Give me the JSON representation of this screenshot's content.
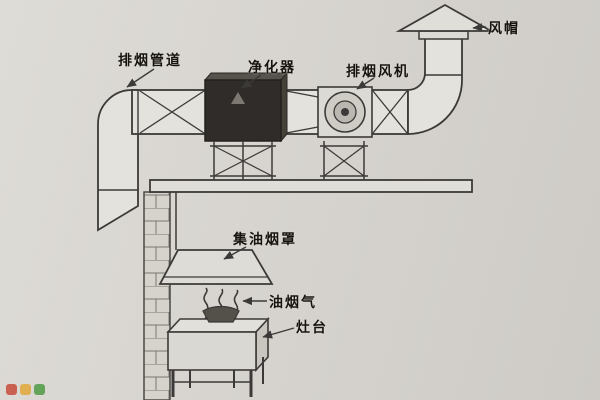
{
  "labels": {
    "duct": "排烟管道",
    "purifier": "净化器",
    "fan": "排烟风机",
    "cap": "风帽",
    "hood": "集油烟罩",
    "fume": "油烟气",
    "stove": "灶台"
  },
  "colors": {
    "background": "#d6d4cf",
    "line": "#3c3a38",
    "purifier_fill": "#2f2c29",
    "watermark": [
      "#c84b3a",
      "#e0a83c",
      "#4f9a46"
    ]
  }
}
